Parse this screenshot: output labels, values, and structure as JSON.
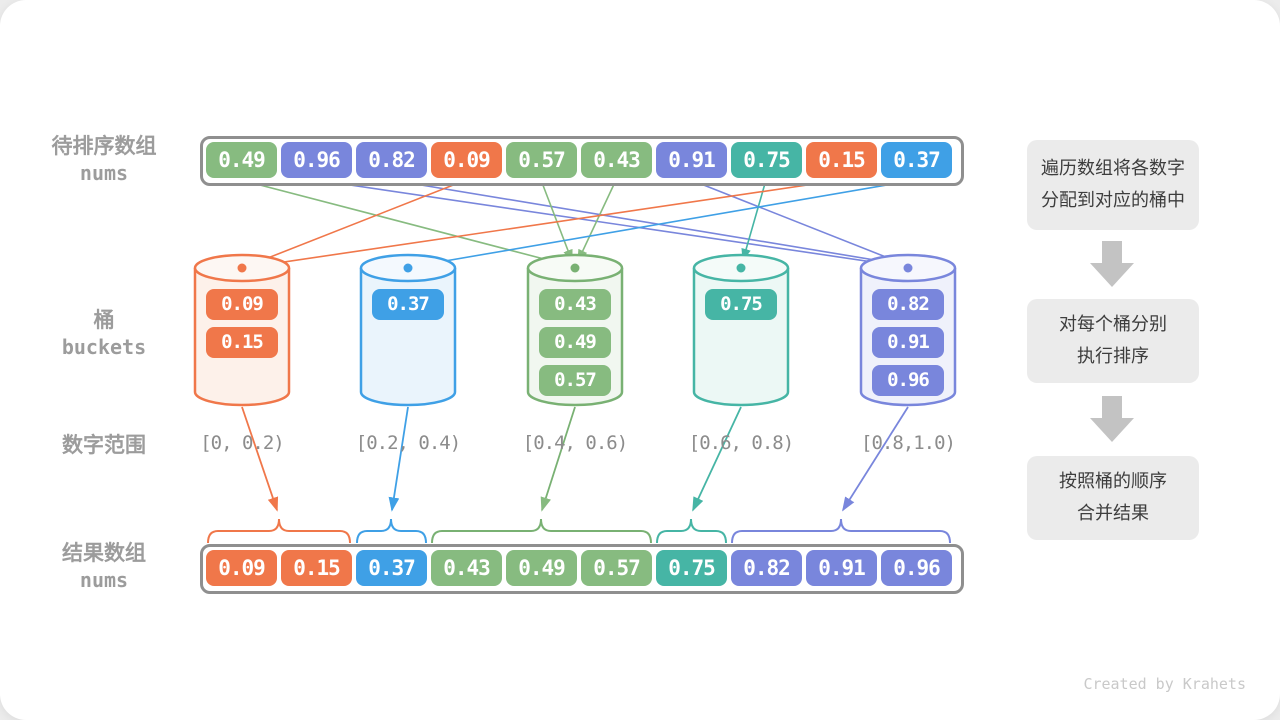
{
  "palette": {
    "green": "#87bb80",
    "indigo": "#7986dc",
    "orange": "#f0774a",
    "teal": "#46b5a5",
    "blue": "#3fa0e6",
    "container_border": "#8f8f8f",
    "side_label": "#9c9c9c",
    "range_text": "#8c8c8c",
    "step_box_bg": "#ebebeb",
    "step_arrow": "#c3c3c3",
    "watermark": "#c9c9c9"
  },
  "labels": {
    "source_array_cn": "待排序数组",
    "source_array_var": "nums",
    "buckets_cn": "桶",
    "buckets_var": "buckets",
    "ranges_cn": "数字范围",
    "result_array_cn": "结果数组",
    "result_array_var": "nums"
  },
  "source_array": [
    {
      "value": "0.49",
      "color": "green"
    },
    {
      "value": "0.96",
      "color": "indigo"
    },
    {
      "value": "0.82",
      "color": "indigo"
    },
    {
      "value": "0.09",
      "color": "orange"
    },
    {
      "value": "0.57",
      "color": "green"
    },
    {
      "value": "0.43",
      "color": "green"
    },
    {
      "value": "0.91",
      "color": "indigo"
    },
    {
      "value": "0.75",
      "color": "teal"
    },
    {
      "value": "0.15",
      "color": "orange"
    },
    {
      "value": "0.37",
      "color": "blue"
    }
  ],
  "buckets": [
    {
      "color": "orange",
      "range": "[0, 0.2)",
      "values": [
        "0.09",
        "0.15"
      ]
    },
    {
      "color": "blue",
      "range": "[0.2, 0.4)",
      "values": [
        "0.37"
      ]
    },
    {
      "color": "green",
      "range": "[0.4, 0.6)",
      "values": [
        "0.43",
        "0.49",
        "0.57"
      ]
    },
    {
      "color": "teal",
      "range": "[0.6, 0.8)",
      "values": [
        "0.75"
      ]
    },
    {
      "color": "indigo",
      "range": "[0.8,1.0)",
      "values": [
        "0.82",
        "0.91",
        "0.96"
      ]
    }
  ],
  "result_array": [
    {
      "value": "0.09",
      "color": "orange"
    },
    {
      "value": "0.15",
      "color": "orange"
    },
    {
      "value": "0.37",
      "color": "blue"
    },
    {
      "value": "0.43",
      "color": "green"
    },
    {
      "value": "0.49",
      "color": "green"
    },
    {
      "value": "0.57",
      "color": "green"
    },
    {
      "value": "0.75",
      "color": "teal"
    },
    {
      "value": "0.82",
      "color": "indigo"
    },
    {
      "value": "0.91",
      "color": "indigo"
    },
    {
      "value": "0.96",
      "color": "indigo"
    }
  ],
  "steps": [
    {
      "line1": "遍历数组将各数字",
      "line2": "分配到对应的桶中"
    },
    {
      "line1": "对每个桶分别",
      "line2": "执行排序"
    },
    {
      "line1": "按照桶的顺序",
      "line2": "合并结果"
    }
  ],
  "watermark": "Created by Krahets"
}
